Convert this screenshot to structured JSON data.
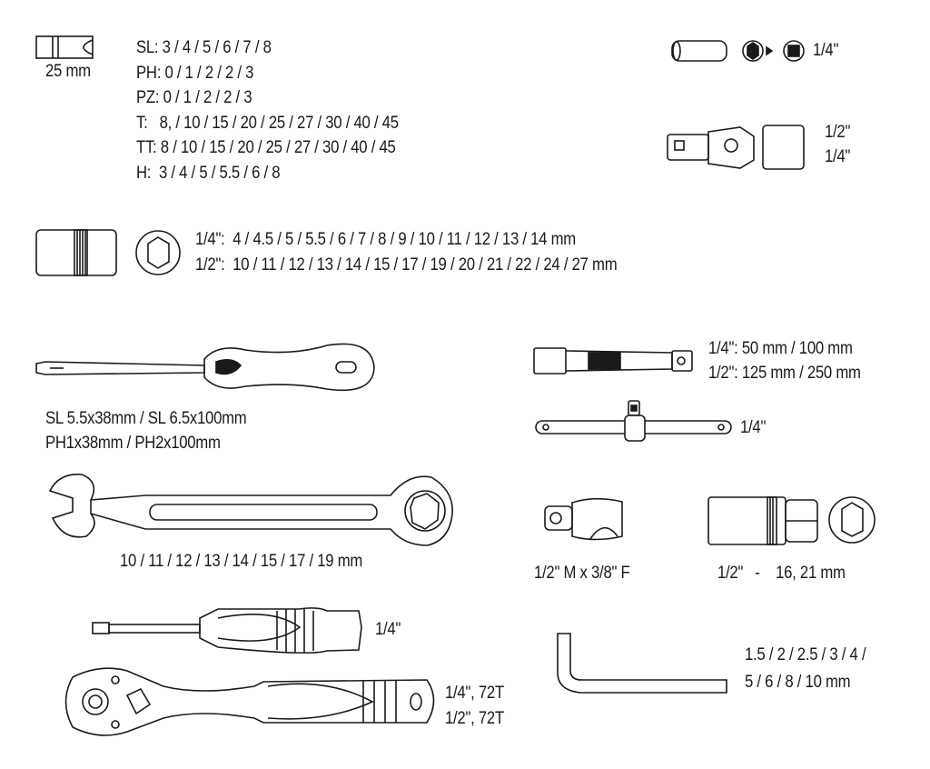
{
  "bits": {
    "length": "25 mm",
    "lines": [
      "SL: 3 / 4 / 5 / 6 / 7 / 8",
      "PH: 0 / 1 / 2 / 2 / 3",
      "PZ: 0 / 1 / 2 / 2 / 3",
      "T:   8, / 10 / 15 / 20 / 25 / 27 / 30 / 40 / 45",
      "TT: 8 / 10 / 15 / 20 / 25 / 27 / 30 / 40 / 45",
      "H:  3 / 4 / 5 / 5.5 / 6 / 8"
    ]
  },
  "bit_adapter": {
    "label": "1/4\""
  },
  "universal_joint": {
    "lines": [
      "1/2\"",
      "1/4\""
    ]
  },
  "sockets": {
    "lines": [
      "1/4\":  4 / 4.5 / 5 / 5.5 / 6 / 7 / 8 / 9 / 10 / 11 / 12 / 13 / 14 mm",
      "1/2\":  10 / 11 / 12 / 13 / 14 / 15 / 17 / 19 / 20 / 21 / 22 / 24 / 27 mm"
    ]
  },
  "screwdrivers": {
    "lines": [
      "SL 5.5x38mm / SL 6.5x100mm",
      "PH1x38mm / PH2x100mm"
    ]
  },
  "wrenches": {
    "label": "10 / 11 / 12 / 13 / 14 / 15 / 17 / 19 mm"
  },
  "extensions": {
    "lines": [
      "1/4\": 50 mm / 100 mm",
      "1/2\": 125 mm / 250 mm"
    ]
  },
  "t_bar": {
    "label": "1/4\""
  },
  "reducer": {
    "label": "1/2\" M x 3/8\" F"
  },
  "spark_plug_sockets": {
    "label": "1/2\"   -    16, 21 mm"
  },
  "bit_driver": {
    "label": "1/4\""
  },
  "ratchets": {
    "lines": [
      "1/4\", 72T",
      "1/2\", 72T"
    ]
  },
  "hex_keys": {
    "lines": [
      "1.5 / 2 / 2.5 / 3 / 4 /",
      "5 / 6 / 8 / 10 mm"
    ]
  }
}
